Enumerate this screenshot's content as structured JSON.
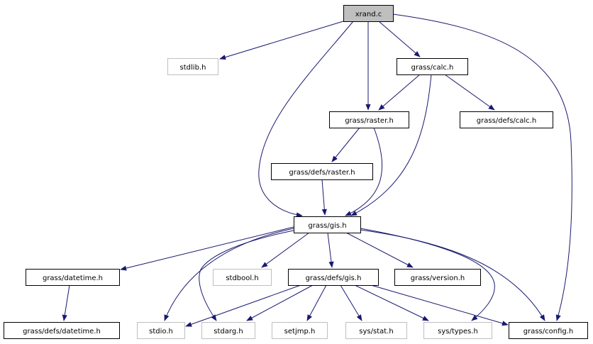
{
  "diagram": {
    "type": "include-dependency-graph",
    "colors": {
      "edge": "#191970",
      "root_fill": "#bfbfbf",
      "root_border": "#000000",
      "documented_border": "#000000",
      "external_border": "#bfbfbf",
      "node_fill": "#ffffff"
    },
    "nodes": [
      {
        "id": "xrand_c",
        "label": "xrand.c",
        "kind": "root"
      },
      {
        "id": "stdlib_h",
        "label": "stdlib.h",
        "kind": "external"
      },
      {
        "id": "grass_calc_h",
        "label": "grass/calc.h",
        "kind": "documented"
      },
      {
        "id": "grass_raster_h",
        "label": "grass/raster.h",
        "kind": "documented"
      },
      {
        "id": "grass_defs_calc_h",
        "label": "grass/defs/calc.h",
        "kind": "documented"
      },
      {
        "id": "grass_defs_raster_h",
        "label": "grass/defs/raster.h",
        "kind": "documented"
      },
      {
        "id": "grass_gis_h",
        "label": "grass/gis.h",
        "kind": "documented"
      },
      {
        "id": "grass_datetime_h",
        "label": "grass/datetime.h",
        "kind": "documented"
      },
      {
        "id": "stdbool_h",
        "label": "stdbool.h",
        "kind": "external"
      },
      {
        "id": "grass_defs_gis_h",
        "label": "grass/defs/gis.h",
        "kind": "documented"
      },
      {
        "id": "grass_version_h",
        "label": "grass/version.h",
        "kind": "documented"
      },
      {
        "id": "grass_defs_datetime_h",
        "label": "grass/defs/datetime.h",
        "kind": "documented"
      },
      {
        "id": "stdio_h",
        "label": "stdio.h",
        "kind": "external"
      },
      {
        "id": "stdarg_h",
        "label": "stdarg.h",
        "kind": "external"
      },
      {
        "id": "setjmp_h",
        "label": "setjmp.h",
        "kind": "external"
      },
      {
        "id": "sys_stat_h",
        "label": "sys/stat.h",
        "kind": "external"
      },
      {
        "id": "sys_types_h",
        "label": "sys/types.h",
        "kind": "external"
      },
      {
        "id": "grass_config_h",
        "label": "grass/config.h",
        "kind": "documented"
      }
    ],
    "edges": [
      {
        "from": "xrand_c",
        "to": "stdlib_h"
      },
      {
        "from": "xrand_c",
        "to": "grass_gis_h"
      },
      {
        "from": "xrand_c",
        "to": "grass_raster_h"
      },
      {
        "from": "xrand_c",
        "to": "grass_calc_h"
      },
      {
        "from": "xrand_c",
        "to": "grass_config_h"
      },
      {
        "from": "grass_calc_h",
        "to": "grass_raster_h"
      },
      {
        "from": "grass_calc_h",
        "to": "grass_gis_h"
      },
      {
        "from": "grass_calc_h",
        "to": "grass_defs_calc_h"
      },
      {
        "from": "grass_raster_h",
        "to": "grass_defs_raster_h"
      },
      {
        "from": "grass_raster_h",
        "to": "grass_gis_h"
      },
      {
        "from": "grass_defs_raster_h",
        "to": "grass_gis_h"
      },
      {
        "from": "grass_gis_h",
        "to": "grass_datetime_h"
      },
      {
        "from": "grass_gis_h",
        "to": "stdio_h"
      },
      {
        "from": "grass_gis_h",
        "to": "stdarg_h"
      },
      {
        "from": "grass_gis_h",
        "to": "stdbool_h"
      },
      {
        "from": "grass_gis_h",
        "to": "grass_defs_gis_h"
      },
      {
        "from": "grass_gis_h",
        "to": "grass_version_h"
      },
      {
        "from": "grass_gis_h",
        "to": "sys_types_h"
      },
      {
        "from": "grass_gis_h",
        "to": "grass_config_h"
      },
      {
        "from": "grass_datetime_h",
        "to": "grass_defs_datetime_h"
      },
      {
        "from": "grass_defs_gis_h",
        "to": "stdio_h"
      },
      {
        "from": "grass_defs_gis_h",
        "to": "stdarg_h"
      },
      {
        "from": "grass_defs_gis_h",
        "to": "setjmp_h"
      },
      {
        "from": "grass_defs_gis_h",
        "to": "sys_stat_h"
      },
      {
        "from": "grass_defs_gis_h",
        "to": "sys_types_h"
      },
      {
        "from": "grass_defs_gis_h",
        "to": "grass_config_h"
      }
    ]
  }
}
